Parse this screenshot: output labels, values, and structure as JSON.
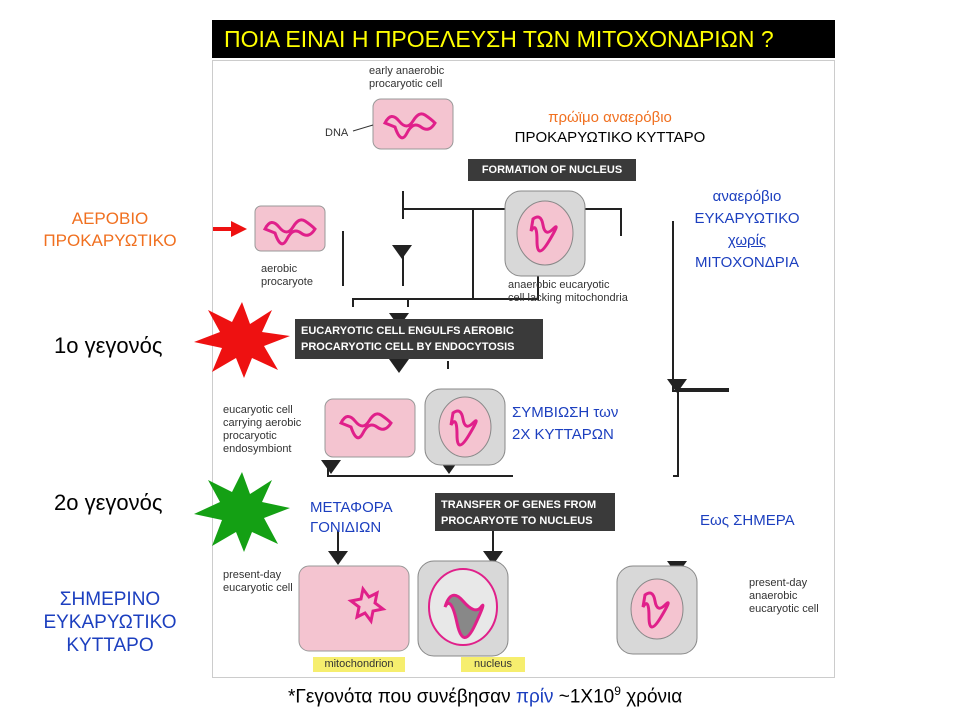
{
  "title": "ΠΟΙΑ ΕΙΝΑΙ Η ΠΡΟΕΛΕΥΣΗ ΤΩΝ ΜΙΤΟΧΟΝΔΡΙΩΝ ?",
  "left_labels": {
    "aerobic_line1": "ΑΕΡΟΒΙΟ",
    "aerobic_line2": "ΠΡΟΚΑΡΥΩΤΙΚΟ",
    "event1": "1ο γεγονός",
    "event2": "2ο γεγονός",
    "today_line1": "ΣΗΜΕΡΙΝΟ",
    "today_line2": "ΕΥΚΑΡΥΩΤΙΚΟ",
    "today_line3": "ΚΥΤΤΑΡΟ"
  },
  "greek_annotations": {
    "early_line1": "πρώϊμο αναερόβιο",
    "early_line2": "ΠΡΟΚΑΡΥΩΤΙΚΟ ΚΥΤΤΑΡΟ",
    "anaerobic_line1": "αναερόβιο",
    "anaerobic_line2": "ΕΥΚΑΡΥΩΤΙΚΟ",
    "anaerobic_line3": "χωρίς",
    "anaerobic_line4": "ΜΙΤΟΧΟΝΔΡΙΑ",
    "symbiosis_line1": "ΣΥΜΒΙΩΣΗ των",
    "symbiosis_line2": "2Χ ΚΥΤΤΑΡΩΝ",
    "transfer_line1": "ΜΕΤΑΦΟΡΑ",
    "transfer_line2": "ΓΟΝΙΔΙΩΝ",
    "until_today": "Εως ΣΗΜΕΡΑ"
  },
  "figure_labels": {
    "early_line1": "early anaerobic",
    "early_line2": "procaryotic cell",
    "dna": "DNA",
    "formation": "FORMATION OF NUCLEUS",
    "aerobic_line1": "aerobic",
    "aerobic_line2": "procaryote",
    "anaerobic_euc_line1": "anaerobic eucaryotic",
    "anaerobic_euc_line2": "cell lacking mitochondria",
    "engulfs_line1": "EUCARYOTIC CELL ENGULFS AEROBIC",
    "engulfs_line2": "PROCARYOTIC CELL BY ENDOCYTOSIS",
    "carrying_line1": "eucaryotic cell",
    "carrying_line2": "carrying aerobic",
    "carrying_line3": "procaryotic",
    "carrying_line4": "endosymbiont",
    "transfer_line1": "TRANSFER OF GENES FROM",
    "transfer_line2": "PROCARYOTE TO NUCLEUS",
    "present_aerobic_line1": "present-day",
    "present_aerobic_line2": "eucaryotic cell",
    "present_anaerobic_line1": "present-day",
    "present_anaerobic_line2": "anaerobic",
    "present_anaerobic_line3": "eucaryotic cell",
    "mitochondrion": "mitochondrion",
    "nucleus": "nucleus"
  },
  "footnote": {
    "prefix": "*Γεγονότα που συνέβησαν ",
    "before": "πρίν",
    "value": " ~1Χ10",
    "exponent": "9",
    "unit": " χρόνια"
  },
  "colors": {
    "title_bg": "#000000",
    "title_text": "#ffff00",
    "greek_blue": "#1c3fbf",
    "greek_orange": "#f07020",
    "starburst_red": "#ee1111",
    "starburst_green": "#14a014",
    "cell_pink": "#f08aa0",
    "dna_magenta": "#e0208a"
  },
  "icons": [
    "red-starburst-icon",
    "green-starburst-icon",
    "red-arrow-icon",
    "blue-arrow-icon"
  ]
}
